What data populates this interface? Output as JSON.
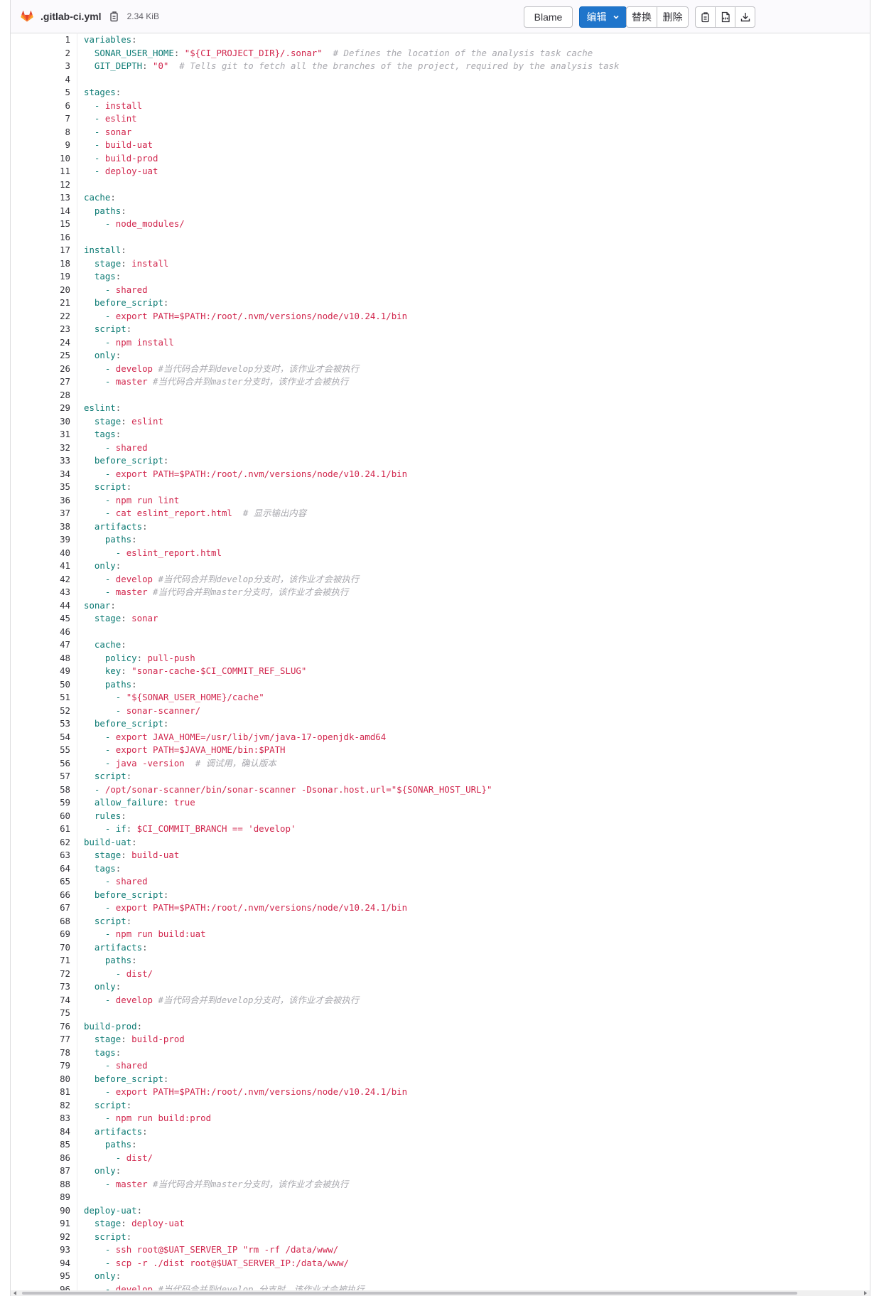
{
  "file": {
    "name": ".gitlab-ci.yml",
    "size": "2.34 KiB"
  },
  "toolbar": {
    "blame": "Blame",
    "edit": "编辑",
    "replace": "替换",
    "delete": "删除"
  },
  "icons": {
    "brand": "gitlab-fox-icon",
    "copy": "copy-icon",
    "raw": "raw-file-icon",
    "download": "download-icon",
    "chevron": "chevron-down-icon"
  },
  "colors": {
    "key": "#0b7a73",
    "value": "#d1264d",
    "comment": "#a8a8ae",
    "primary": "#1f75cb",
    "brand": "#e24329"
  },
  "code": [
    [
      [
        "k",
        "variables"
      ],
      [
        "p",
        ":"
      ]
    ],
    [
      [
        "t",
        "  "
      ],
      [
        "k",
        "SONAR_USER_HOME"
      ],
      [
        "p",
        ": "
      ],
      [
        "v",
        "\"${CI_PROJECT_DIR}/.sonar\""
      ],
      [
        "t",
        "  "
      ],
      [
        "c",
        "# Defines the location of the analysis task cache"
      ]
    ],
    [
      [
        "t",
        "  "
      ],
      [
        "k",
        "GIT_DEPTH"
      ],
      [
        "p",
        ": "
      ],
      [
        "v",
        "\"0\""
      ],
      [
        "t",
        "  "
      ],
      [
        "c",
        "# Tells git to fetch all the branches of the project, required by the analysis task"
      ]
    ],
    [],
    [
      [
        "k",
        "stages"
      ],
      [
        "p",
        ":"
      ]
    ],
    [
      [
        "t",
        "  "
      ],
      [
        "k",
        "-"
      ],
      [
        "t",
        " "
      ],
      [
        "v",
        "install"
      ]
    ],
    [
      [
        "t",
        "  "
      ],
      [
        "k",
        "-"
      ],
      [
        "t",
        " "
      ],
      [
        "v",
        "eslint"
      ]
    ],
    [
      [
        "t",
        "  "
      ],
      [
        "k",
        "-"
      ],
      [
        "t",
        " "
      ],
      [
        "v",
        "sonar"
      ]
    ],
    [
      [
        "t",
        "  "
      ],
      [
        "k",
        "-"
      ],
      [
        "t",
        " "
      ],
      [
        "v",
        "build-uat"
      ]
    ],
    [
      [
        "t",
        "  "
      ],
      [
        "k",
        "-"
      ],
      [
        "t",
        " "
      ],
      [
        "v",
        "build-prod"
      ]
    ],
    [
      [
        "t",
        "  "
      ],
      [
        "k",
        "-"
      ],
      [
        "t",
        " "
      ],
      [
        "v",
        "deploy-uat"
      ]
    ],
    [],
    [
      [
        "k",
        "cache"
      ],
      [
        "p",
        ":"
      ]
    ],
    [
      [
        "t",
        "  "
      ],
      [
        "k",
        "paths"
      ],
      [
        "p",
        ":"
      ]
    ],
    [
      [
        "t",
        "    "
      ],
      [
        "k",
        "-"
      ],
      [
        "t",
        " "
      ],
      [
        "v",
        "node_modules/"
      ]
    ],
    [],
    [
      [
        "k",
        "install"
      ],
      [
        "p",
        ":"
      ]
    ],
    [
      [
        "t",
        "  "
      ],
      [
        "k",
        "stage"
      ],
      [
        "p",
        ": "
      ],
      [
        "v",
        "install"
      ]
    ],
    [
      [
        "t",
        "  "
      ],
      [
        "k",
        "tags"
      ],
      [
        "p",
        ":"
      ]
    ],
    [
      [
        "t",
        "    "
      ],
      [
        "k",
        "-"
      ],
      [
        "t",
        " "
      ],
      [
        "v",
        "shared"
      ]
    ],
    [
      [
        "t",
        "  "
      ],
      [
        "k",
        "before_script"
      ],
      [
        "p",
        ":"
      ]
    ],
    [
      [
        "t",
        "    "
      ],
      [
        "k",
        "-"
      ],
      [
        "t",
        " "
      ],
      [
        "v",
        "export PATH=$PATH:/root/.nvm/versions/node/v10.24.1/bin"
      ]
    ],
    [
      [
        "t",
        "  "
      ],
      [
        "k",
        "script"
      ],
      [
        "p",
        ":"
      ]
    ],
    [
      [
        "t",
        "    "
      ],
      [
        "k",
        "-"
      ],
      [
        "t",
        " "
      ],
      [
        "v",
        "npm install"
      ]
    ],
    [
      [
        "t",
        "  "
      ],
      [
        "k",
        "only"
      ],
      [
        "p",
        ":"
      ]
    ],
    [
      [
        "t",
        "    "
      ],
      [
        "k",
        "-"
      ],
      [
        "t",
        " "
      ],
      [
        "v",
        "develop"
      ],
      [
        "t",
        " "
      ],
      [
        "c",
        "#当代码合并到develop分支时，该作业才会被执行"
      ]
    ],
    [
      [
        "t",
        "    "
      ],
      [
        "k",
        "-"
      ],
      [
        "t",
        " "
      ],
      [
        "v",
        "master"
      ],
      [
        "t",
        " "
      ],
      [
        "c",
        "#当代码合并到master分支时，该作业才会被执行"
      ]
    ],
    [],
    [
      [
        "k",
        "eslint"
      ],
      [
        "p",
        ":"
      ]
    ],
    [
      [
        "t",
        "  "
      ],
      [
        "k",
        "stage"
      ],
      [
        "p",
        ": "
      ],
      [
        "v",
        "eslint"
      ]
    ],
    [
      [
        "t",
        "  "
      ],
      [
        "k",
        "tags"
      ],
      [
        "p",
        ":"
      ]
    ],
    [
      [
        "t",
        "    "
      ],
      [
        "k",
        "-"
      ],
      [
        "t",
        " "
      ],
      [
        "v",
        "shared"
      ]
    ],
    [
      [
        "t",
        "  "
      ],
      [
        "k",
        "before_script"
      ],
      [
        "p",
        ":"
      ]
    ],
    [
      [
        "t",
        "    "
      ],
      [
        "k",
        "-"
      ],
      [
        "t",
        " "
      ],
      [
        "v",
        "export PATH=$PATH:/root/.nvm/versions/node/v10.24.1/bin"
      ]
    ],
    [
      [
        "t",
        "  "
      ],
      [
        "k",
        "script"
      ],
      [
        "p",
        ":"
      ]
    ],
    [
      [
        "t",
        "    "
      ],
      [
        "k",
        "-"
      ],
      [
        "t",
        " "
      ],
      [
        "v",
        "npm run lint"
      ]
    ],
    [
      [
        "t",
        "    "
      ],
      [
        "k",
        "-"
      ],
      [
        "t",
        " "
      ],
      [
        "v",
        "cat eslint_report.html"
      ],
      [
        "t",
        "  "
      ],
      [
        "c",
        "# 显示输出内容"
      ]
    ],
    [
      [
        "t",
        "  "
      ],
      [
        "k",
        "artifacts"
      ],
      [
        "p",
        ":"
      ]
    ],
    [
      [
        "t",
        "    "
      ],
      [
        "k",
        "paths"
      ],
      [
        "p",
        ":"
      ]
    ],
    [
      [
        "t",
        "      "
      ],
      [
        "k",
        "-"
      ],
      [
        "t",
        " "
      ],
      [
        "v",
        "eslint_report.html"
      ]
    ],
    [
      [
        "t",
        "  "
      ],
      [
        "k",
        "only"
      ],
      [
        "p",
        ":"
      ]
    ],
    [
      [
        "t",
        "    "
      ],
      [
        "k",
        "-"
      ],
      [
        "t",
        " "
      ],
      [
        "v",
        "develop"
      ],
      [
        "t",
        " "
      ],
      [
        "c",
        "#当代码合并到develop分支时，该作业才会被执行"
      ]
    ],
    [
      [
        "t",
        "    "
      ],
      [
        "k",
        "-"
      ],
      [
        "t",
        " "
      ],
      [
        "v",
        "master"
      ],
      [
        "t",
        " "
      ],
      [
        "c",
        "#当代码合并到master分支时，该作业才会被执行"
      ]
    ],
    [
      [
        "k",
        "sonar"
      ],
      [
        "p",
        ":"
      ]
    ],
    [
      [
        "t",
        "  "
      ],
      [
        "k",
        "stage"
      ],
      [
        "p",
        ": "
      ],
      [
        "v",
        "sonar"
      ]
    ],
    [],
    [
      [
        "t",
        "  "
      ],
      [
        "k",
        "cache"
      ],
      [
        "p",
        ":"
      ]
    ],
    [
      [
        "t",
        "    "
      ],
      [
        "k",
        "policy"
      ],
      [
        "p",
        ": "
      ],
      [
        "v",
        "pull-push"
      ]
    ],
    [
      [
        "t",
        "    "
      ],
      [
        "k",
        "key"
      ],
      [
        "p",
        ": "
      ],
      [
        "v",
        "\"sonar-cache-$CI_COMMIT_REF_SLUG\""
      ]
    ],
    [
      [
        "t",
        "    "
      ],
      [
        "k",
        "paths"
      ],
      [
        "p",
        ":"
      ]
    ],
    [
      [
        "t",
        "      "
      ],
      [
        "k",
        "-"
      ],
      [
        "t",
        " "
      ],
      [
        "v",
        "\"${SONAR_USER_HOME}/cache\""
      ]
    ],
    [
      [
        "t",
        "      "
      ],
      [
        "k",
        "-"
      ],
      [
        "t",
        " "
      ],
      [
        "v",
        "sonar-scanner/"
      ]
    ],
    [
      [
        "t",
        "  "
      ],
      [
        "k",
        "before_script"
      ],
      [
        "p",
        ":"
      ]
    ],
    [
      [
        "t",
        "    "
      ],
      [
        "k",
        "-"
      ],
      [
        "t",
        " "
      ],
      [
        "v",
        "export JAVA_HOME=/usr/lib/jvm/java-17-openjdk-amd64"
      ]
    ],
    [
      [
        "t",
        "    "
      ],
      [
        "k",
        "-"
      ],
      [
        "t",
        " "
      ],
      [
        "v",
        "export PATH=$JAVA_HOME/bin:$PATH"
      ]
    ],
    [
      [
        "t",
        "    "
      ],
      [
        "k",
        "-"
      ],
      [
        "t",
        " "
      ],
      [
        "v",
        "java -version"
      ],
      [
        "t",
        "  "
      ],
      [
        "c",
        "# 调试用，确认版本"
      ]
    ],
    [
      [
        "t",
        "  "
      ],
      [
        "k",
        "script"
      ],
      [
        "p",
        ":"
      ]
    ],
    [
      [
        "t",
        "  "
      ],
      [
        "k",
        "-"
      ],
      [
        "t",
        " "
      ],
      [
        "v",
        "/opt/sonar-scanner/bin/sonar-scanner -Dsonar.host.url=\"${SONAR_HOST_URL}\""
      ]
    ],
    [
      [
        "t",
        "  "
      ],
      [
        "k",
        "allow_failure"
      ],
      [
        "p",
        ": "
      ],
      [
        "v",
        "true"
      ]
    ],
    [
      [
        "t",
        "  "
      ],
      [
        "k",
        "rules"
      ],
      [
        "p",
        ":"
      ]
    ],
    [
      [
        "t",
        "    "
      ],
      [
        "k",
        "- if"
      ],
      [
        "p",
        ": "
      ],
      [
        "v",
        "$CI_COMMIT_BRANCH == 'develop'"
      ]
    ],
    [
      [
        "k",
        "build-uat"
      ],
      [
        "p",
        ":"
      ]
    ],
    [
      [
        "t",
        "  "
      ],
      [
        "k",
        "stage"
      ],
      [
        "p",
        ": "
      ],
      [
        "v",
        "build-uat"
      ]
    ],
    [
      [
        "t",
        "  "
      ],
      [
        "k",
        "tags"
      ],
      [
        "p",
        ":"
      ]
    ],
    [
      [
        "t",
        "    "
      ],
      [
        "k",
        "-"
      ],
      [
        "t",
        " "
      ],
      [
        "v",
        "shared"
      ]
    ],
    [
      [
        "t",
        "  "
      ],
      [
        "k",
        "before_script"
      ],
      [
        "p",
        ":"
      ]
    ],
    [
      [
        "t",
        "    "
      ],
      [
        "k",
        "-"
      ],
      [
        "t",
        " "
      ],
      [
        "v",
        "export PATH=$PATH:/root/.nvm/versions/node/v10.24.1/bin"
      ]
    ],
    [
      [
        "t",
        "  "
      ],
      [
        "k",
        "script"
      ],
      [
        "p",
        ":"
      ]
    ],
    [
      [
        "t",
        "    "
      ],
      [
        "k",
        "-"
      ],
      [
        "t",
        " "
      ],
      [
        "v",
        "npm run build:uat"
      ]
    ],
    [
      [
        "t",
        "  "
      ],
      [
        "k",
        "artifacts"
      ],
      [
        "p",
        ":"
      ]
    ],
    [
      [
        "t",
        "    "
      ],
      [
        "k",
        "paths"
      ],
      [
        "p",
        ":"
      ]
    ],
    [
      [
        "t",
        "      "
      ],
      [
        "k",
        "-"
      ],
      [
        "t",
        " "
      ],
      [
        "v",
        "dist/"
      ]
    ],
    [
      [
        "t",
        "  "
      ],
      [
        "k",
        "only"
      ],
      [
        "p",
        ":"
      ]
    ],
    [
      [
        "t",
        "    "
      ],
      [
        "k",
        "-"
      ],
      [
        "t",
        " "
      ],
      [
        "v",
        "develop"
      ],
      [
        "t",
        " "
      ],
      [
        "c",
        "#当代码合并到develop分支时，该作业才会被执行"
      ]
    ],
    [],
    [
      [
        "k",
        "build-prod"
      ],
      [
        "p",
        ":"
      ]
    ],
    [
      [
        "t",
        "  "
      ],
      [
        "k",
        "stage"
      ],
      [
        "p",
        ": "
      ],
      [
        "v",
        "build-prod"
      ]
    ],
    [
      [
        "t",
        "  "
      ],
      [
        "k",
        "tags"
      ],
      [
        "p",
        ":"
      ]
    ],
    [
      [
        "t",
        "    "
      ],
      [
        "k",
        "-"
      ],
      [
        "t",
        " "
      ],
      [
        "v",
        "shared"
      ]
    ],
    [
      [
        "t",
        "  "
      ],
      [
        "k",
        "before_script"
      ],
      [
        "p",
        ":"
      ]
    ],
    [
      [
        "t",
        "    "
      ],
      [
        "k",
        "-"
      ],
      [
        "t",
        " "
      ],
      [
        "v",
        "export PATH=$PATH:/root/.nvm/versions/node/v10.24.1/bin"
      ]
    ],
    [
      [
        "t",
        "  "
      ],
      [
        "k",
        "script"
      ],
      [
        "p",
        ":"
      ]
    ],
    [
      [
        "t",
        "    "
      ],
      [
        "k",
        "-"
      ],
      [
        "t",
        " "
      ],
      [
        "v",
        "npm run build:prod"
      ]
    ],
    [
      [
        "t",
        "  "
      ],
      [
        "k",
        "artifacts"
      ],
      [
        "p",
        ":"
      ]
    ],
    [
      [
        "t",
        "    "
      ],
      [
        "k",
        "paths"
      ],
      [
        "p",
        ":"
      ]
    ],
    [
      [
        "t",
        "      "
      ],
      [
        "k",
        "-"
      ],
      [
        "t",
        " "
      ],
      [
        "v",
        "dist/"
      ]
    ],
    [
      [
        "t",
        "  "
      ],
      [
        "k",
        "only"
      ],
      [
        "p",
        ":"
      ]
    ],
    [
      [
        "t",
        "    "
      ],
      [
        "k",
        "-"
      ],
      [
        "t",
        " "
      ],
      [
        "v",
        "master"
      ],
      [
        "t",
        " "
      ],
      [
        "c",
        "#当代码合并到master分支时，该作业才会被执行"
      ]
    ],
    [],
    [
      [
        "k",
        "deploy-uat"
      ],
      [
        "p",
        ":"
      ]
    ],
    [
      [
        "t",
        "  "
      ],
      [
        "k",
        "stage"
      ],
      [
        "p",
        ": "
      ],
      [
        "v",
        "deploy-uat"
      ]
    ],
    [
      [
        "t",
        "  "
      ],
      [
        "k",
        "script"
      ],
      [
        "p",
        ":"
      ]
    ],
    [
      [
        "t",
        "    "
      ],
      [
        "k",
        "-"
      ],
      [
        "t",
        " "
      ],
      [
        "v",
        "ssh root@$UAT_SERVER_IP \"rm -rf /data/www/"
      ]
    ],
    [
      [
        "t",
        "    "
      ],
      [
        "k",
        "-"
      ],
      [
        "t",
        " "
      ],
      [
        "v",
        "scp -r ./dist root@$UAT_SERVER_IP:/data/www/"
      ]
    ],
    [
      [
        "t",
        "  "
      ],
      [
        "k",
        "only"
      ],
      [
        "p",
        ":"
      ]
    ],
    [
      [
        "t",
        "    "
      ],
      [
        "k",
        "-"
      ],
      [
        "t",
        " "
      ],
      [
        "v",
        "develop"
      ],
      [
        "t",
        " "
      ],
      [
        "c",
        "#当代码合并到develop 分支时，该作业才会被执行"
      ]
    ]
  ]
}
